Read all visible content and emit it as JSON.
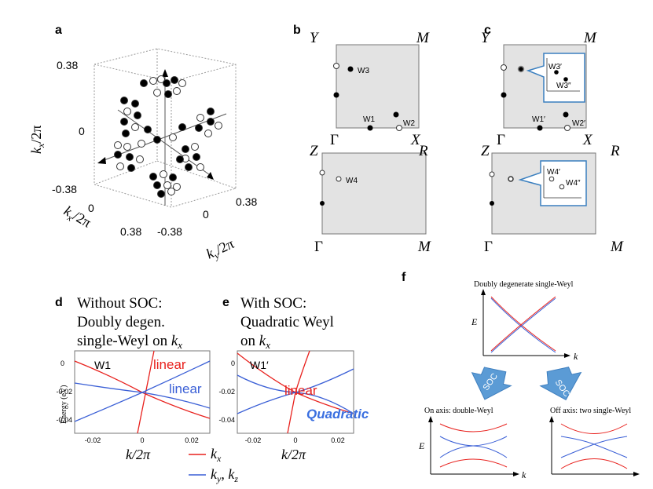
{
  "panel_labels": {
    "a": "a",
    "b": "b",
    "c": "c",
    "d": "d",
    "e": "e",
    "f": "f"
  },
  "panel_a": {
    "axis_labels": {
      "kx": "k",
      "kx_sub": "x",
      "kx2": "k",
      "kx2_sub": "x",
      "ky": "k",
      "ky_sub": "y",
      "div": "/2π"
    },
    "ticks_z": [
      "0.38",
      "0",
      "-0.38"
    ],
    "ticks_kx": [
      "0",
      "0.38"
    ],
    "ticks_ky": [
      "-0.38",
      "0",
      "0.38"
    ]
  },
  "panel_b": {
    "top": {
      "Y": "Y",
      "M": "M",
      "G": "Γ",
      "X": "X",
      "points": {
        "W1": "W1",
        "W2": "W2",
        "W3": "W3"
      }
    },
    "bottom": {
      "Z": "Z",
      "R": "R",
      "G": "Γ",
      "M": "M",
      "points": {
        "W4": "W4"
      }
    }
  },
  "panel_c": {
    "top": {
      "Y": "Y",
      "M": "M",
      "G": "Γ",
      "X": "X",
      "points": {
        "W1p": "W1′",
        "W2p": "W2′"
      },
      "inset": {
        "a": "W3′",
        "b": "W3″"
      }
    },
    "bottom": {
      "Z": "Z",
      "R": "R",
      "G": "Γ",
      "M": "M",
      "inset": {
        "a": "W4′",
        "b": "W4″"
      }
    }
  },
  "panel_d": {
    "title_lines": [
      "Without SOC:",
      "Doubly degen.",
      "single-Weyl on "
    ],
    "title_k": "k",
    "title_k_sub": "x",
    "label_point": "W1",
    "label_linear_red": "linear",
    "label_linear_blue": "linear",
    "ylabel": "Energy (eV)",
    "xlabel": "k/2π",
    "yticks": [
      "0",
      "-0.02",
      "-0.04"
    ],
    "xticks": [
      "-0.02",
      "0",
      "0.02"
    ]
  },
  "panel_e": {
    "title_lines": [
      "With SOC:",
      "Quadratic Weyl",
      "on "
    ],
    "title_k": "k",
    "title_k_sub": "x",
    "label_point": "W1′",
    "label_linear_red": "linear",
    "label_quadratic": "Quadratic",
    "xlabel": "k/2π",
    "yticks": [
      "0",
      "-0.02",
      "-0.04"
    ],
    "xticks": [
      "-0.02",
      "0",
      "0.02"
    ]
  },
  "legend_de": {
    "red": {
      "k": "k",
      "sub": "x"
    },
    "blue": {
      "k1": "k",
      "sub1": "y",
      "sep": ", ",
      "k2": "k",
      "sub2": "z"
    }
  },
  "panel_f": {
    "top_title": "Doubly degenerate single-Weyl",
    "E": "E",
    "k": "k",
    "arrow_label": "SOC",
    "left_title": "On axis: double-Weyl",
    "right_title": "Off axis: two single-Weyl"
  },
  "colors": {
    "red": "#e8211d",
    "blue": "#3a5fd6",
    "panel_grey": "#e3e3e3",
    "arrow_blue": "#5b9bd5"
  }
}
